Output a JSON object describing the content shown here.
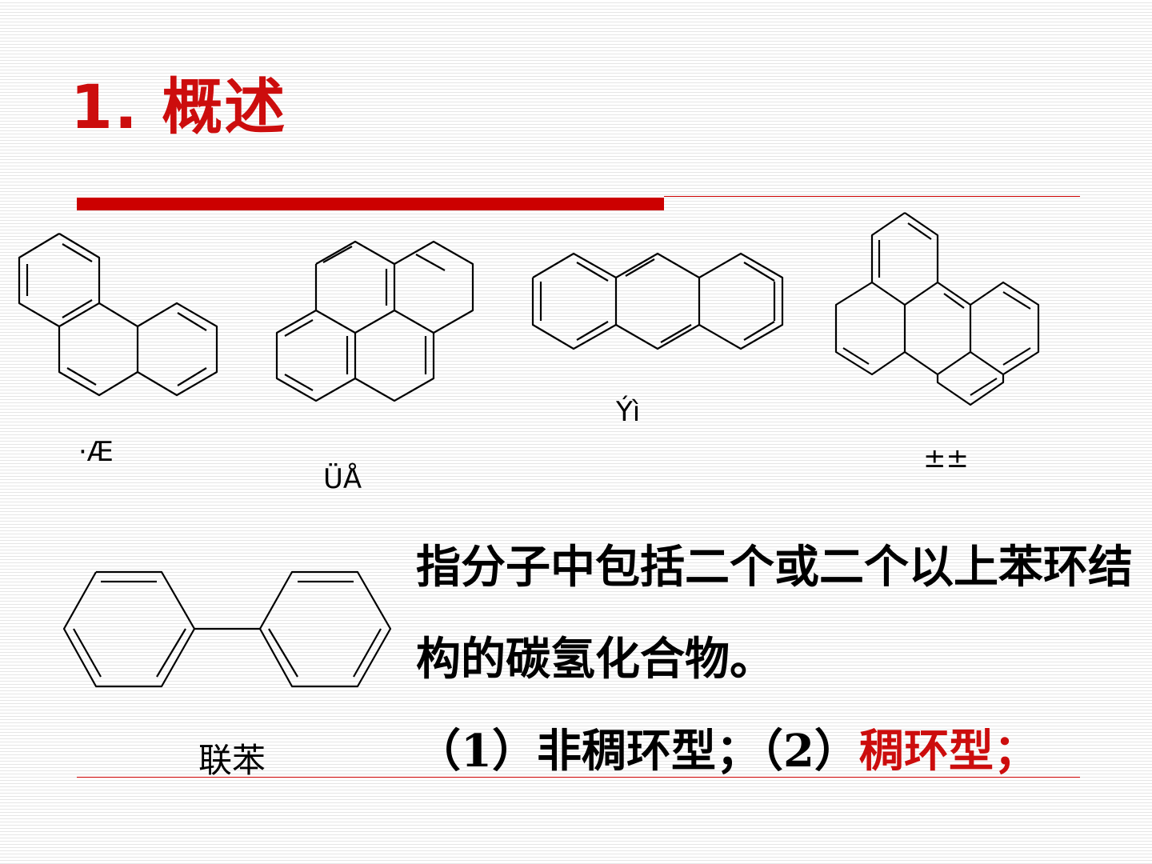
{
  "title": "1. 概述",
  "molecules": [
    {
      "name": "phenanthrene",
      "label": "·Æ"
    },
    {
      "name": "pyrene",
      "label": "ÜÅ"
    },
    {
      "name": "anthracene",
      "label": "Ýì"
    },
    {
      "name": "perylene",
      "label": "±±"
    },
    {
      "name": "biphenyl",
      "label": "联苯"
    }
  ],
  "body": {
    "definition": "指分子中包括二个或二个以上苯环结构的碳氢化合物。",
    "types_prefix": "（1）非稠环型；（2）",
    "types_red": "稠环型；"
  },
  "colors": {
    "accent": "#cc0d0d"
  }
}
